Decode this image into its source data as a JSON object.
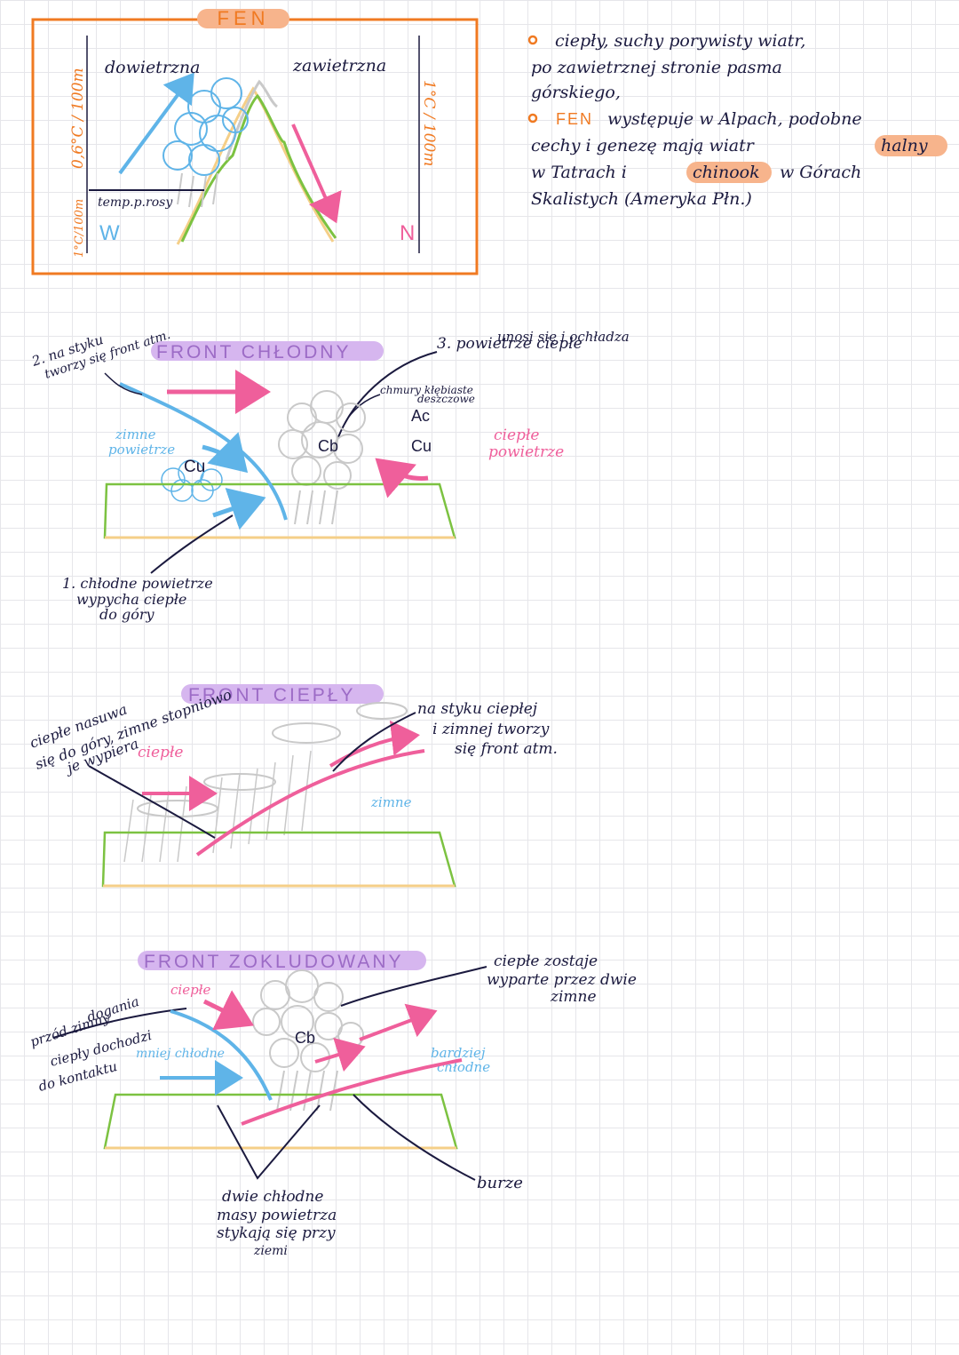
{
  "colors": {
    "ink": "#1b1a3f",
    "orange": "#f07a22",
    "orange_highlight": "#f7b48c",
    "purple_highlight": "#d6b6ef",
    "purple_text": "#9c6bc6",
    "blue": "#5fb4e8",
    "pink": "#ef5f9b",
    "green": "#7cc241",
    "yellow": "#f5cf88",
    "grey": "#c9c9c9"
  },
  "fen": {
    "title": "FEN",
    "windward": "dowietrzna",
    "leeward": "zawietrzna",
    "rate_left": "0,6°C / 100m",
    "rate_left_small": "1°C/100m",
    "rate_right": "1°C / 100m",
    "dew_label": "temp.p.rosy",
    "side_left": "W",
    "side_right": "N"
  },
  "fen_notes": {
    "line1": "ciepły, suchy porywisty wiatr,",
    "line2": "po zawietrznej stronie pasma",
    "line3": "górskiego,",
    "line4_term": "FEN",
    "line4_rest": "występuje w Alpach, podobne",
    "line5_start": "cechy i genezę mają wiatr",
    "line5_highlight": "halny",
    "line6_start": "w Tatrach i",
    "line6_highlight": "chinook",
    "line6_end": "w Górach",
    "line7": "Skalistych (Ameryka Płn.)"
  },
  "front_cold": {
    "title": "FRONT CHŁODNY",
    "note2_line1": "2. na styku",
    "note2_line2": "tworzy się front atm.",
    "note3_line1": "3. powietrze ciepłe",
    "note3_line2": "unosi się i ochładza",
    "clouds_line1": "chmury kłębiaste",
    "clouds_line2": "deszczowe",
    "cold_air_line1": "zimne",
    "cold_air_line2": "powietrze",
    "warm_air_line1": "ciepłe",
    "warm_air_line2": "powietrze",
    "label_cu_left": "Cu",
    "label_cb": "Cb",
    "label_ac": "Ac",
    "label_cu_right": "Cu",
    "note1_line1": "1. chłodne powietrze",
    "note1_line2": "wypycha ciepłe",
    "note1_line3": "do góry"
  },
  "front_warm": {
    "title": "FRONT CIEPŁY",
    "note_left_line1": "ciepłe nasuwa",
    "note_left_line2": "się do góry, zimne stopniowo",
    "note_left_line3": "je wypiera",
    "warm_label": "ciepłe",
    "cold_label": "zimne",
    "note_right_line1": "na styku ciepłej",
    "note_right_line2": "i zimnej tworzy",
    "note_right_line3": "się front atm."
  },
  "front_occluded": {
    "title": "FRONT ZOKLUDOWANY",
    "note_left_line1": "przód zimny",
    "note_left_line2": "dogania",
    "note_left_line3": "ciepły dochodzi",
    "note_left_line4": "do kontaktu",
    "warm_label": "ciepłe",
    "less_cold": "mniej chłodne",
    "more_cold_line1": "bardziej",
    "more_cold_line2": "chłodne",
    "label_cb": "Cb",
    "note_right_line1": "ciepłe zostaje",
    "note_right_line2": "wyparte przez dwie",
    "note_right_line3": "zimne",
    "storms": "burze",
    "note_bottom_line1": "dwie chłodne",
    "note_bottom_line2": "masy powietrza",
    "note_bottom_line3": "stykają się przy",
    "note_bottom_line4": "ziemi"
  }
}
